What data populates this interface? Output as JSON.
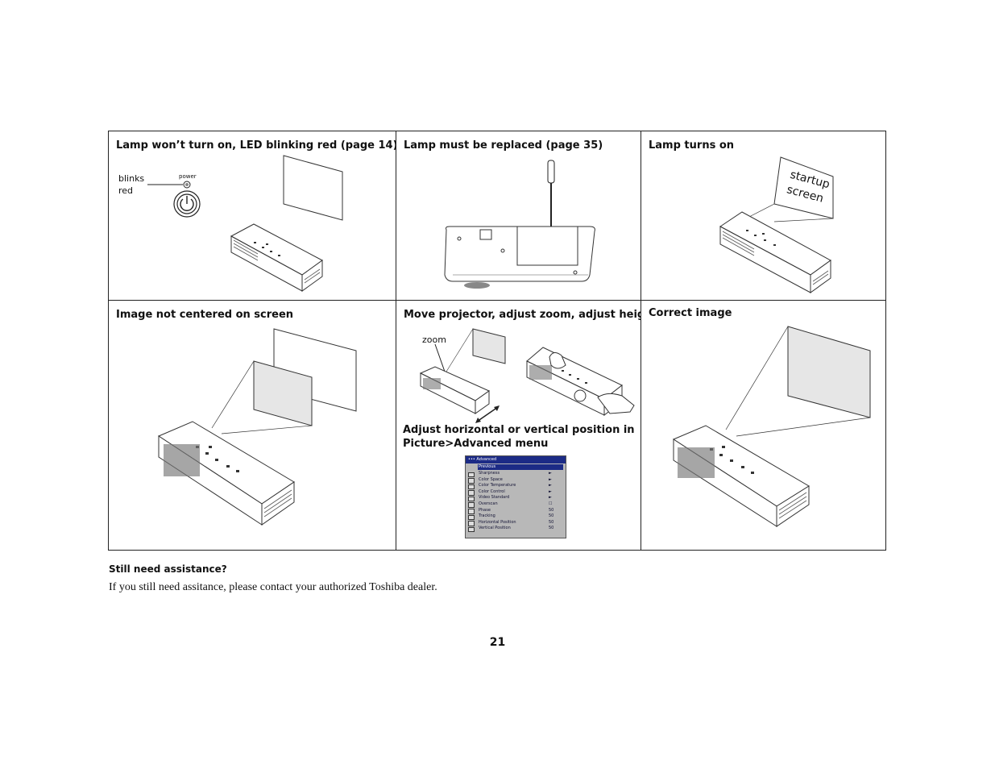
{
  "cells": {
    "lamp_wont_turn_on": {
      "title": "Lamp won’t turn on, LED blinking red (page 14)",
      "label_blinks": "blinks",
      "label_red": "red",
      "label_power": "power"
    },
    "lamp_replaced": {
      "title": "Lamp must be replaced (page 35)"
    },
    "lamp_turns_on": {
      "title": "Lamp turns on",
      "screen_line1": "startup",
      "screen_line2": "screen"
    },
    "image_not_centered": {
      "title": "Image not centered on screen"
    },
    "move_projector": {
      "title": "Move projector, adjust zoom, adjust height",
      "label_zoom": "zoom",
      "sub_title_line1": "Adjust horizontal or vertical position in",
      "sub_title_line2": "Picture>Advanced menu"
    },
    "correct_image": {
      "title": "Correct image"
    }
  },
  "menu": {
    "title": "••• Advanced",
    "selected": "Previous",
    "items": [
      {
        "label": "Sharpness",
        "value": "►"
      },
      {
        "label": "Color Space",
        "value": "►"
      },
      {
        "label": "Color Temperature",
        "value": "►"
      },
      {
        "label": "Color Control",
        "value": "►"
      },
      {
        "label": "Video Standard",
        "value": "►"
      },
      {
        "label": "Overscan",
        "value": "☐"
      },
      {
        "label": "Phase",
        "value": "50"
      },
      {
        "label": "Tracking",
        "value": "50"
      },
      {
        "label": "Horizontal Position",
        "value": "50"
      },
      {
        "label": "Vertical Position",
        "value": "50"
      }
    ]
  },
  "footer": {
    "title": "Still need assistance?",
    "text": "If you still need assitance, please contact your authorized Toshiba dealer."
  },
  "page_number": "21"
}
